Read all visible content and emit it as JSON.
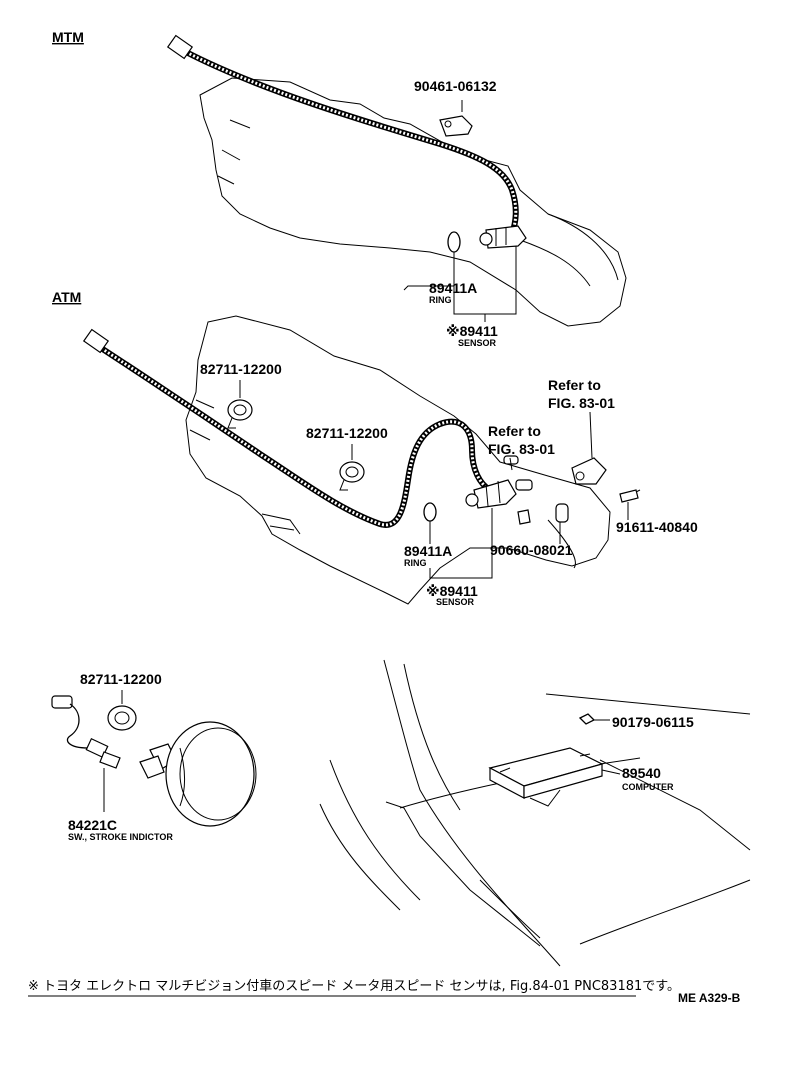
{
  "sections": {
    "mtm": "MTM",
    "atm": "ATM"
  },
  "mtm": {
    "bracket_part": "90461-06132",
    "ring_part": "89411A",
    "ring_name": "RING",
    "sensor_part": "※89411",
    "sensor_name": "SENSOR"
  },
  "atm": {
    "clamp1_part": "82711-12200",
    "clamp2_part": "82711-12200",
    "refer1_line1": "Refer to",
    "refer1_line2": "FIG. 83-01",
    "refer2_line1": "Refer to",
    "refer2_line2": "FIG. 83-01",
    "bolt_part": "91611-40840",
    "sleeve_part": "90660-08021",
    "ring_part": "89411A",
    "ring_name": "RING",
    "sensor_part": "※89411",
    "sensor_name": "SENSOR"
  },
  "lower": {
    "clamp_part": "82711-12200",
    "switch_part": "84221C",
    "switch_name": "SW., STROKE INDICTOR",
    "screw_part": "90179-06115",
    "computer_part": "89540",
    "computer_name": "COMPUTER"
  },
  "footnote": "※ トヨタ エレクトロ マルチビジョン付車のスピード メータ用スピード センサは, Fig.84-01 PNC83181です。",
  "figure_code": "ME A329-B"
}
